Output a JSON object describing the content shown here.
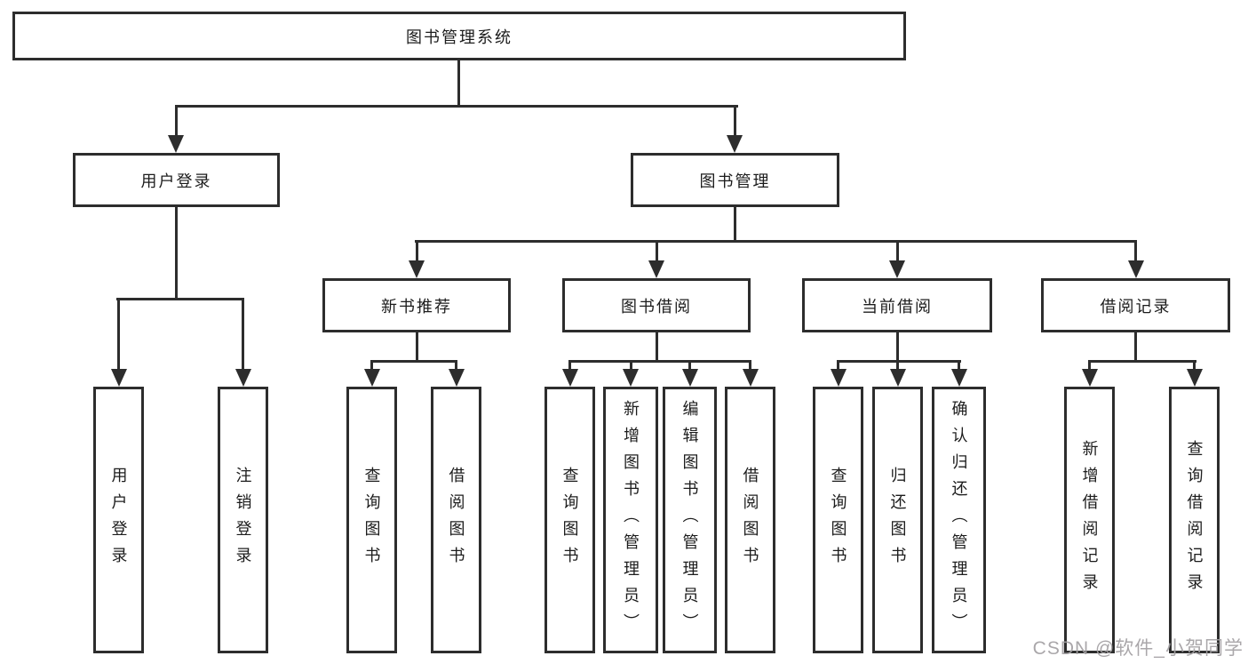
{
  "tree": {
    "root": "图书管理系统",
    "branches": [
      {
        "label": "用户登录",
        "children": [
          "用户登录",
          "注销登录"
        ]
      },
      {
        "label": "图书管理",
        "groups": [
          {
            "label": "新书推荐",
            "children": [
              "查询图书",
              "借阅图书"
            ]
          },
          {
            "label": "图书借阅",
            "children": [
              "查询图书",
              "新增图书（管理员）",
              "编辑图书（管理员）",
              "借阅图书"
            ]
          },
          {
            "label": "当前借阅",
            "children": [
              "查询图书",
              "归还图书",
              "确认归还（管理员）"
            ]
          },
          {
            "label": "借阅记录",
            "children": [
              "新增借阅记录",
              "查询借阅记录"
            ]
          }
        ]
      }
    ]
  },
  "watermark": "CSDN @软件_小贺同学",
  "colors": {
    "line": "#2d2d2d",
    "text": "#1c1c1c",
    "watermark": "#a3a0a3",
    "background": "#ffffff"
  }
}
